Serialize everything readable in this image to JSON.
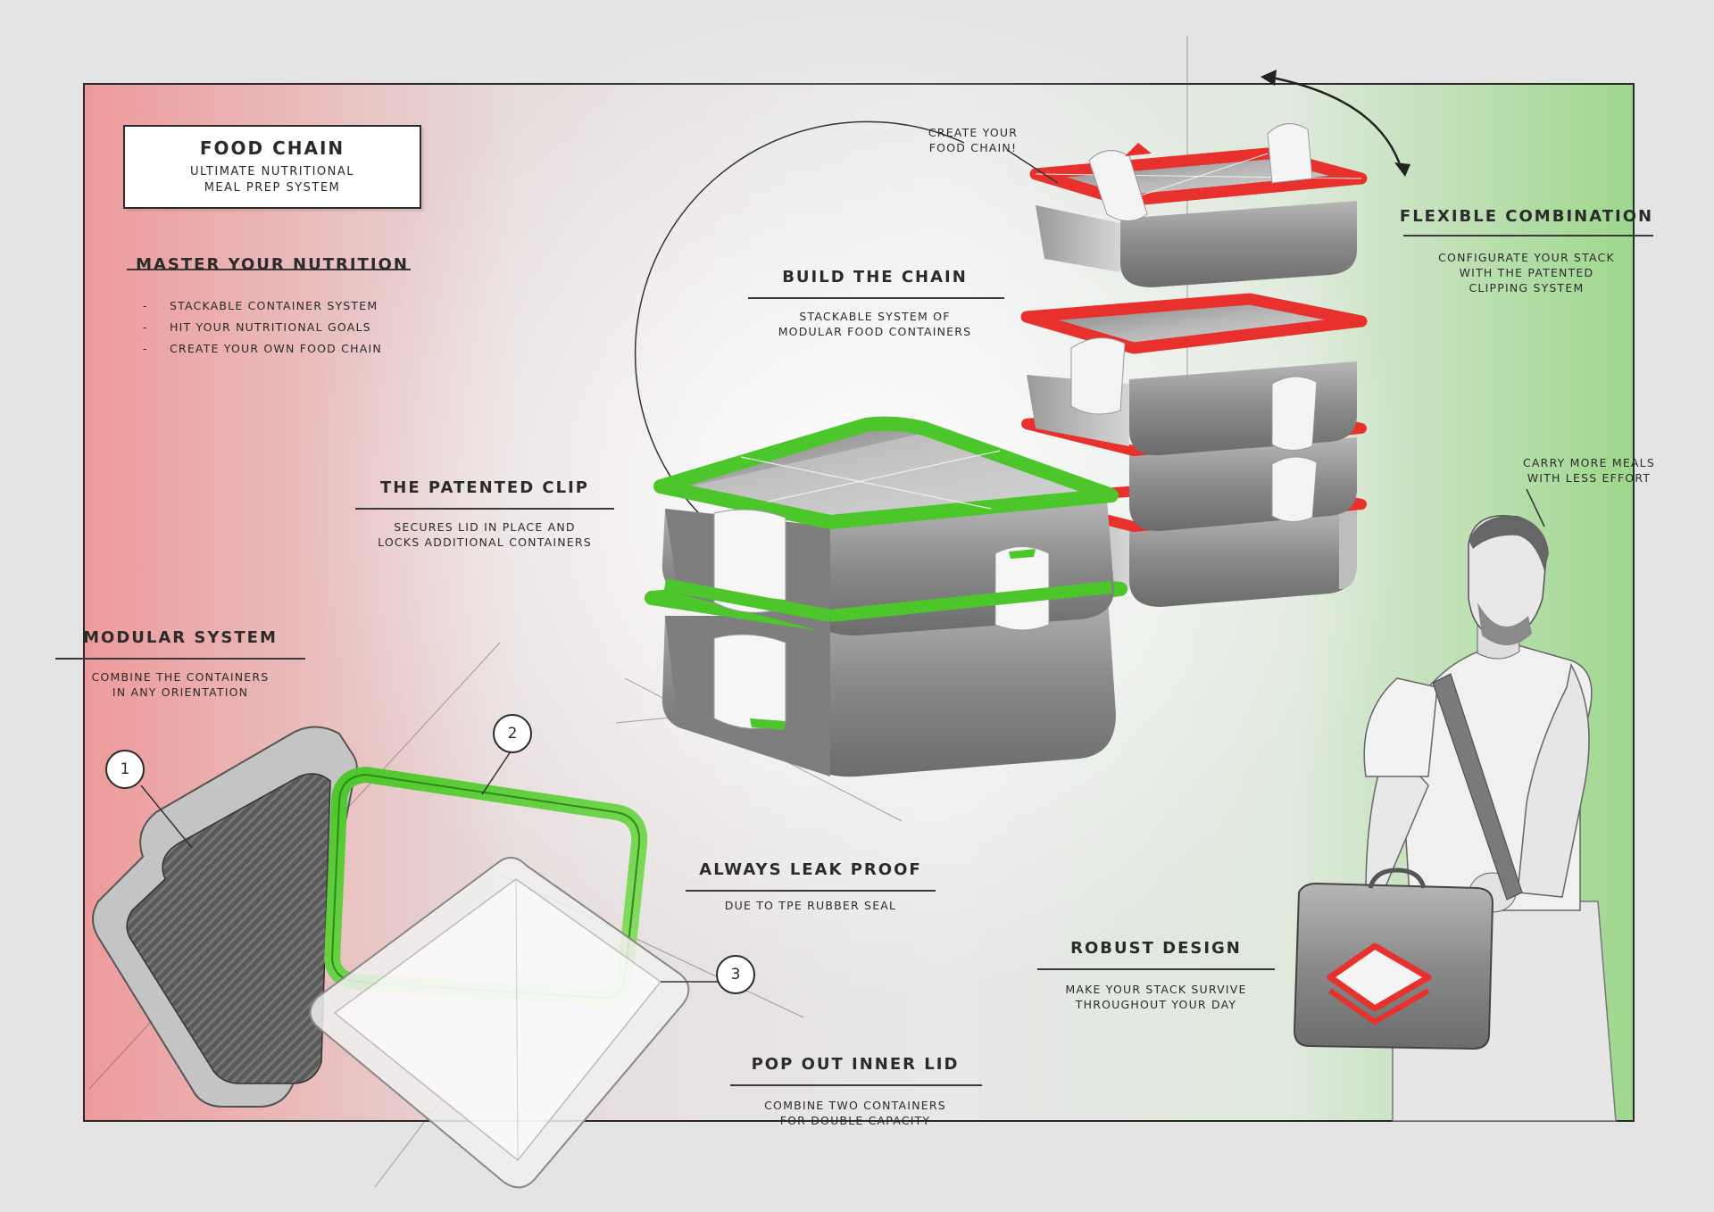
{
  "header": {
    "title": "Food Chain",
    "subtitle_line1": "Ultimate Nutritional",
    "subtitle_line2": "Meal Prep System"
  },
  "master_nutrition": {
    "heading": "Master Your Nutrition",
    "items": [
      {
        "dash": "-",
        "label": "Stackable container system"
      },
      {
        "dash": "-",
        "label": "Hit your nutritional goals"
      },
      {
        "dash": "-",
        "label": "Create your own food chain"
      }
    ]
  },
  "callouts": {
    "create_chain_line1": "Create your",
    "create_chain_line2": "food chain!",
    "build_chain": {
      "heading": "Build the Chain",
      "line1": "Stackable system of",
      "line2": "modular food containers"
    },
    "flexible": {
      "heading": "Flexible Combination",
      "line1": "Configurate your stack",
      "line2": "with the patented",
      "line3": "clipping system"
    },
    "patented_clip": {
      "heading": "The Patented Clip",
      "line1": "Secures lid in place and",
      "line2": "locks additional containers"
    },
    "carry": {
      "line1": "Carry more meals",
      "line2": "with less effort"
    },
    "modular": {
      "heading": "Modular System",
      "line1": "Combine the containers",
      "line2": "in any orientation"
    },
    "leak_proof": {
      "heading": "Always Leak Proof",
      "line1": "Due to TPE rubber seal"
    },
    "robust": {
      "heading": "Robust Design",
      "line1": "Make your stack survive",
      "line2": "throughout your day"
    },
    "pop_out": {
      "heading": "Pop Out Inner Lid",
      "line1": "Combine two containers",
      "line2": "for double capacity"
    }
  },
  "part_numbers": [
    "1",
    "2",
    "3"
  ],
  "colors": {
    "accent_red": "#e8302c",
    "accent_green": "#4cc62a",
    "body_grey": "#8c8c8c",
    "bg_red_tint": "#f0a0a0",
    "bg_green_tint": "#a8dc98"
  },
  "icons": [
    "rotate-arrow-icon"
  ]
}
